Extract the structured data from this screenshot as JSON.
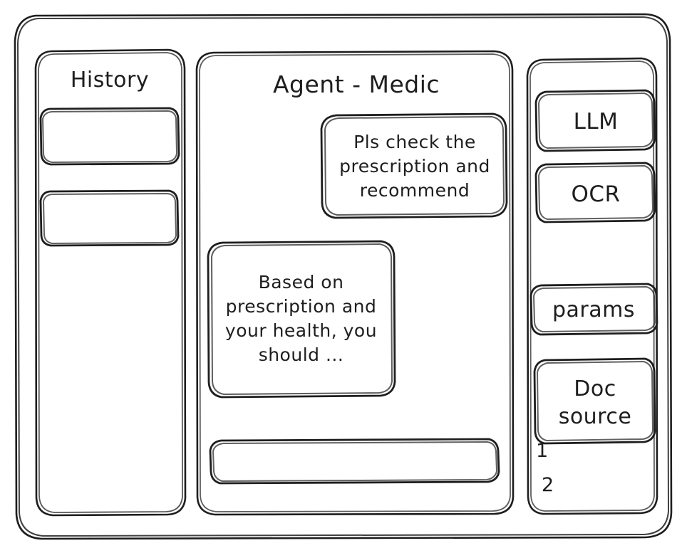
{
  "app": {
    "style": "hand-drawn-wireframe",
    "ink_color": "#1e1e1e",
    "background_color": "#ffffff"
  },
  "sidebar_left": {
    "title": "History",
    "items": [
      {
        "label": "",
        "name": "history-item-1"
      },
      {
        "label": "",
        "name": "history-item-2"
      }
    ]
  },
  "main": {
    "title": "Agent - Medic",
    "messages": [
      {
        "role": "user",
        "text": "Pls check the prescription and recommend",
        "lines": [
          "Pls check the",
          "prescription",
          "and recommend"
        ]
      },
      {
        "role": "assistant",
        "text": "Based on prescription and your health, you should ...",
        "lines": [
          "Based on",
          "prescription",
          "and your",
          "health, you",
          "should ..."
        ]
      }
    ],
    "composer": {
      "value": "",
      "placeholder": ""
    }
  },
  "sidebar_right": {
    "cards": [
      {
        "label": "LLM",
        "name": "tool-card-llm"
      },
      {
        "label": "OCR",
        "name": "tool-card-ocr"
      },
      {
        "label": "params",
        "name": "tool-card-params"
      },
      {
        "label": "Doc source",
        "name": "tool-card-doc-source",
        "lines": [
          "Doc",
          "source"
        ]
      }
    ],
    "doc_source_list": [
      {
        "marker": "1"
      },
      {
        "marker": "2"
      }
    ]
  }
}
